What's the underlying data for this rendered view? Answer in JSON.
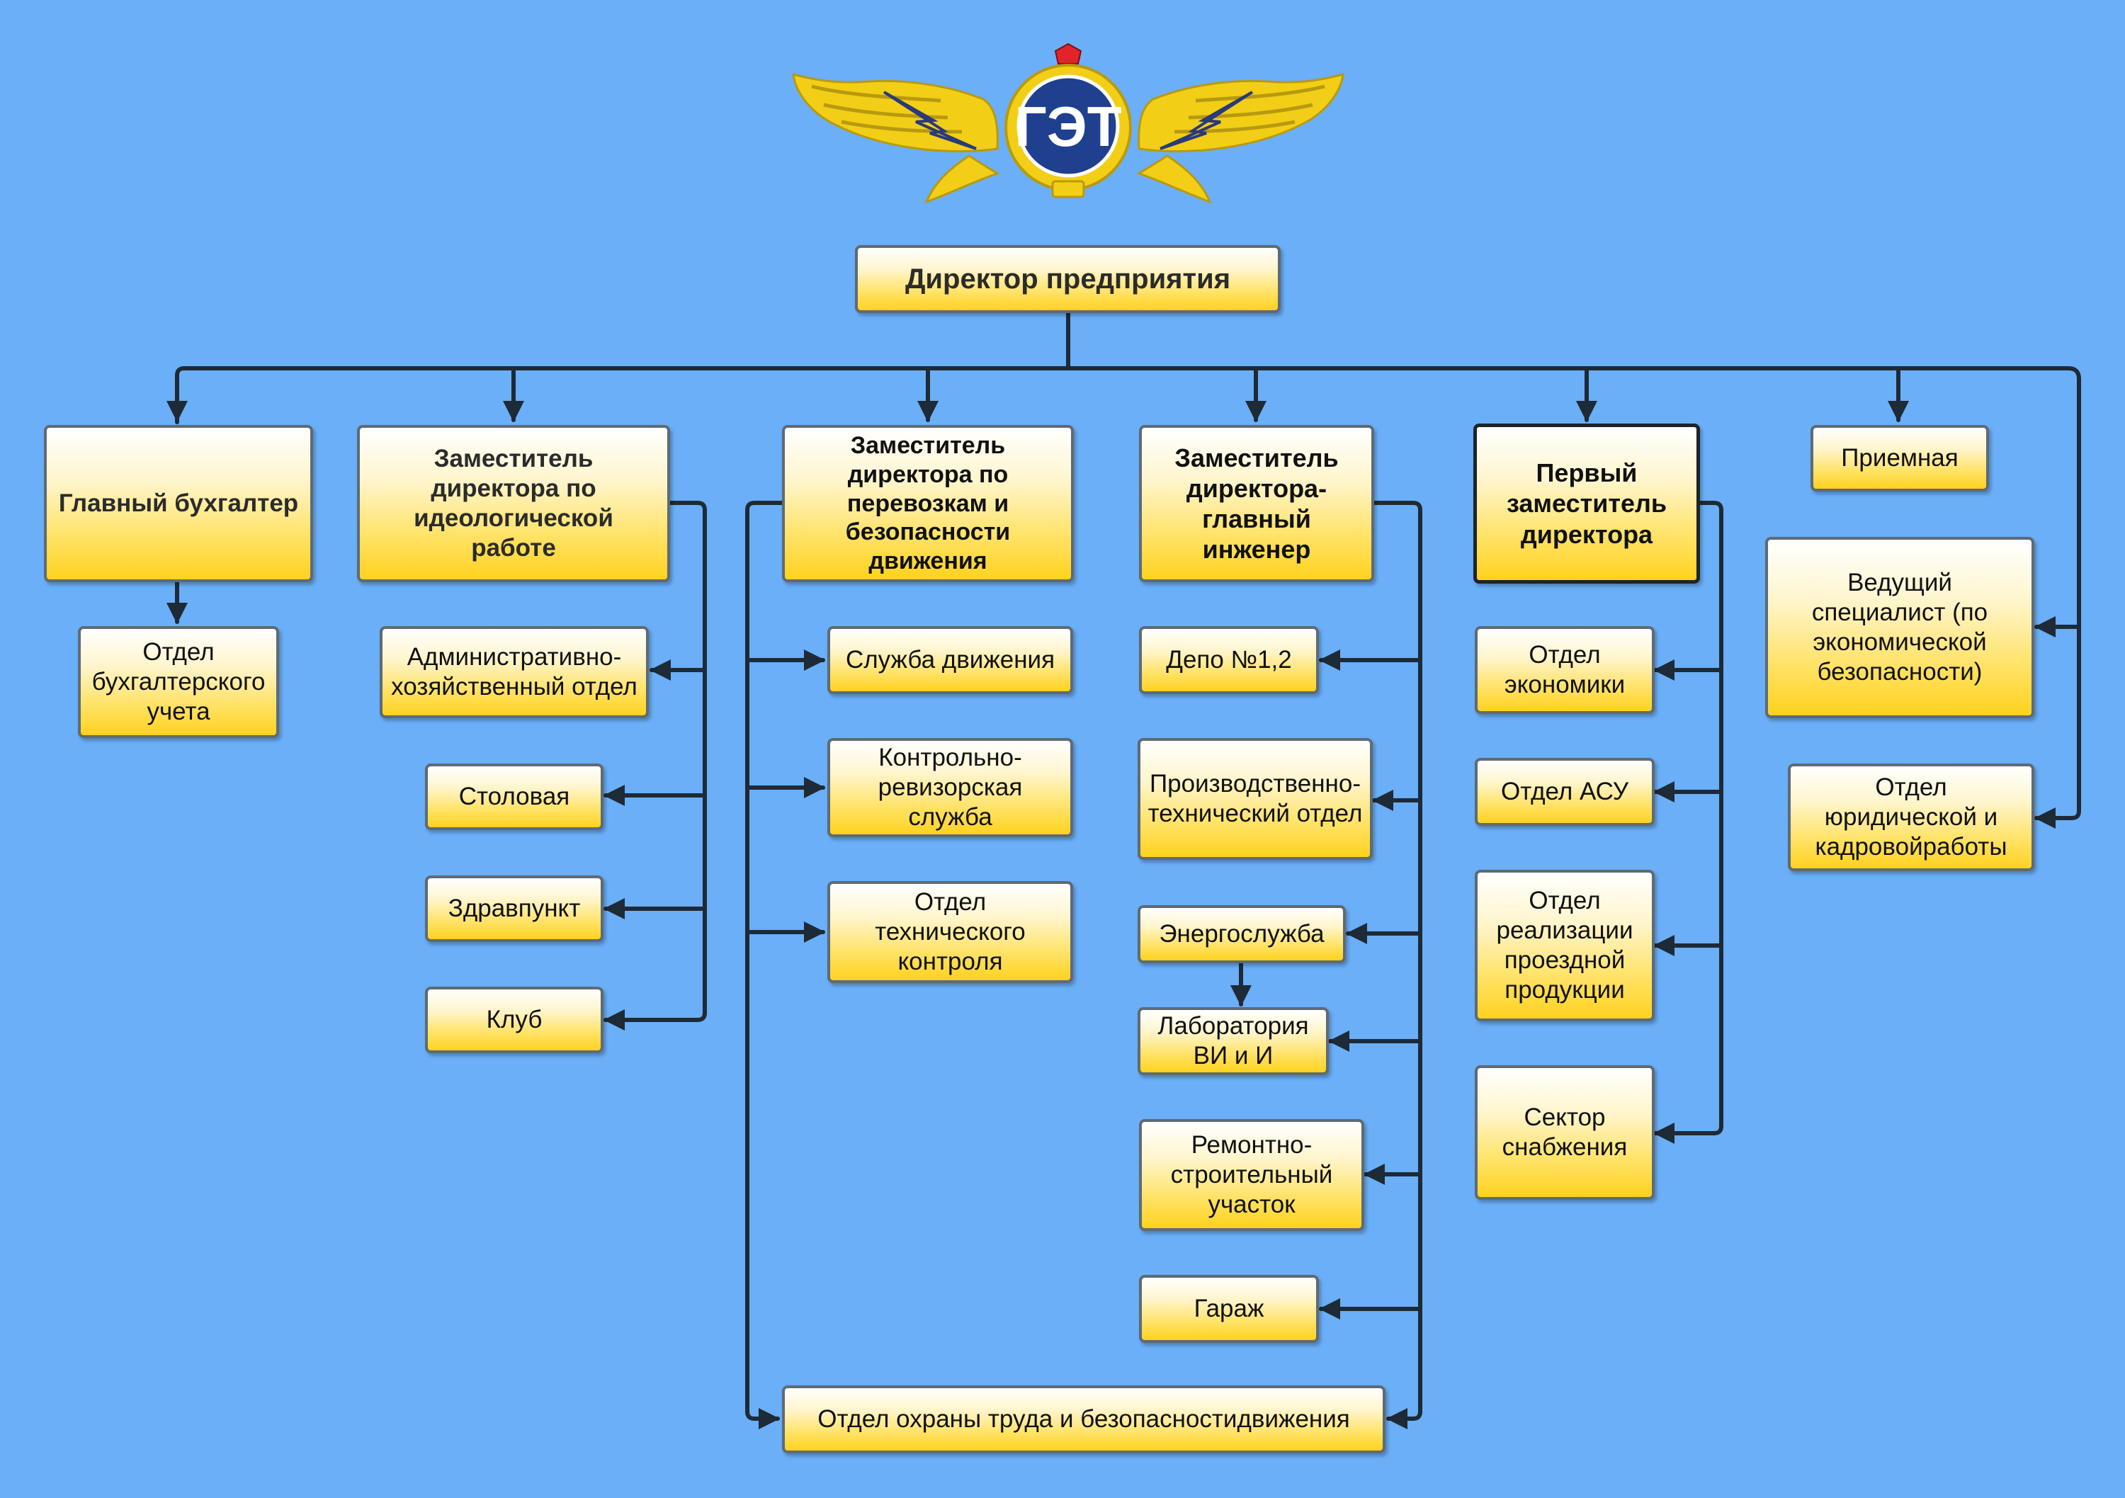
{
  "logo": {
    "text": "ГЭТ"
  },
  "nodes": {
    "director": "Директор предприятия",
    "chief_accountant": "Главный бухгалтер",
    "accounting_dept": "Отдел бухгалтерского учета",
    "deputy_ideology": "Заместитель директора по идеологической работе",
    "admin_dept": "Административно-хозяйственный отдел",
    "canteen": "Столовая",
    "health_post": "Здравпункт",
    "club": "Клуб",
    "deputy_transport": "Заместитель директора по перевозкам и безопасности движения",
    "traffic_service": "Служба движения",
    "audit_service": "Контрольно-ревизорская служба",
    "tech_control_dept": "Отдел технического контроля",
    "labor_safety_dept": "Отдел охраны труда и безопасностидвижения",
    "deputy_chief_engineer": "Заместитель директора-главный инженер",
    "depot": "Депо №1,2",
    "production_tech_dept": "Производственно-технический отдел",
    "energy_service": "Энергослужба",
    "lab": "Лаборатория ВИ и И",
    "repair_construction": "Ремонтно-строительный участок",
    "garage": "Гараж",
    "first_deputy": "Первый заместитель директора",
    "economics_dept": "Отдел экономики",
    "asu_dept": "Отдел АСУ",
    "ticket_sales_dept": "Отдел реализации проездной продукции",
    "supply_sector": "Сектор снабжения",
    "reception": "Приемная",
    "lead_specialist": "Ведущий специалист (по экономической безопасности)",
    "legal_hr_dept": "Отдел юридической и кадровойработы"
  },
  "colors": {
    "background": "#6aaff7",
    "box_fill": "#ffd21e",
    "line": "#1e2a36",
    "logo_wings": "#f2cf16",
    "logo_emblem": "#1f3f8f"
  }
}
